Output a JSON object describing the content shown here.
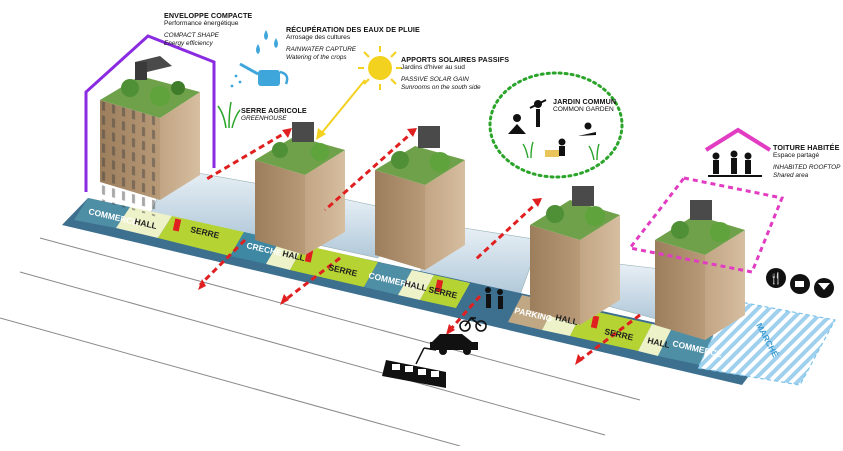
{
  "annotations": {
    "envelope": {
      "title": "ENVELOPPE COMPACTE",
      "fr": "Performance énergétique",
      "en1": "COMPACT SHAPE",
      "en2": "Energy efficiency"
    },
    "rain": {
      "title": "RÉCUPÉRATION DES EAUX DE PLUIE",
      "fr": "Arrosage des cultures",
      "en1": "RAINWATER CAPTURE",
      "en2": "Watering of the crops"
    },
    "solar": {
      "title": "APPORTS SOLAIRES PASSIFS",
      "fr": "Jardins d'hiver au sud",
      "en1": "PASSIVE SOLAR GAIN",
      "en2": "Sunrooms on the south side"
    },
    "greenhouse": {
      "title": "SERRE AGRICOLE",
      "en": "GREENHOUSE"
    },
    "garden": {
      "title": "JARDIN COMMUN",
      "en": "COMMON GARDEN"
    },
    "roof": {
      "title": "TOITURE HABITÉE",
      "fr": "Espace partagé",
      "en1": "INHABITED ROOFTOP",
      "en2": "Shared area"
    }
  },
  "ground_labels": {
    "commerce1": "COMMERCE",
    "hall1": "HALL",
    "serre1": "SERRE",
    "creche": "CRECHE",
    "hall2": "HALL",
    "serre2": "SERRE",
    "commerce2": "COMMERCE",
    "hall3": "HALL",
    "serre3": "SERRE",
    "parking": "PARKING",
    "hall4": "HALL",
    "serre4": "SERRE",
    "hall5": "HALL",
    "commerce3": "COMMERCE",
    "marche": "MARCHÉ"
  },
  "colors": {
    "commerce": "#4f8fa6",
    "hall": "#eef2c8",
    "serre": "#b6d334",
    "creche": "#3e88a3",
    "parking": "#c0a885",
    "accent_red": "#e02020",
    "envelope_purple": "#8a2be2",
    "roof_magenta": "#e23cc3",
    "garden_green": "#2aa52a",
    "facade": "#a68a69",
    "sun_yellow": "#f3d11f"
  },
  "icons": [
    "watering-can-icon",
    "raindrops-icon",
    "sun-icon",
    "people-icon",
    "bicycle-icon",
    "car-icon",
    "tram-icon",
    "restaurant-icon",
    "coffee-icon",
    "cocktail-icon"
  ]
}
